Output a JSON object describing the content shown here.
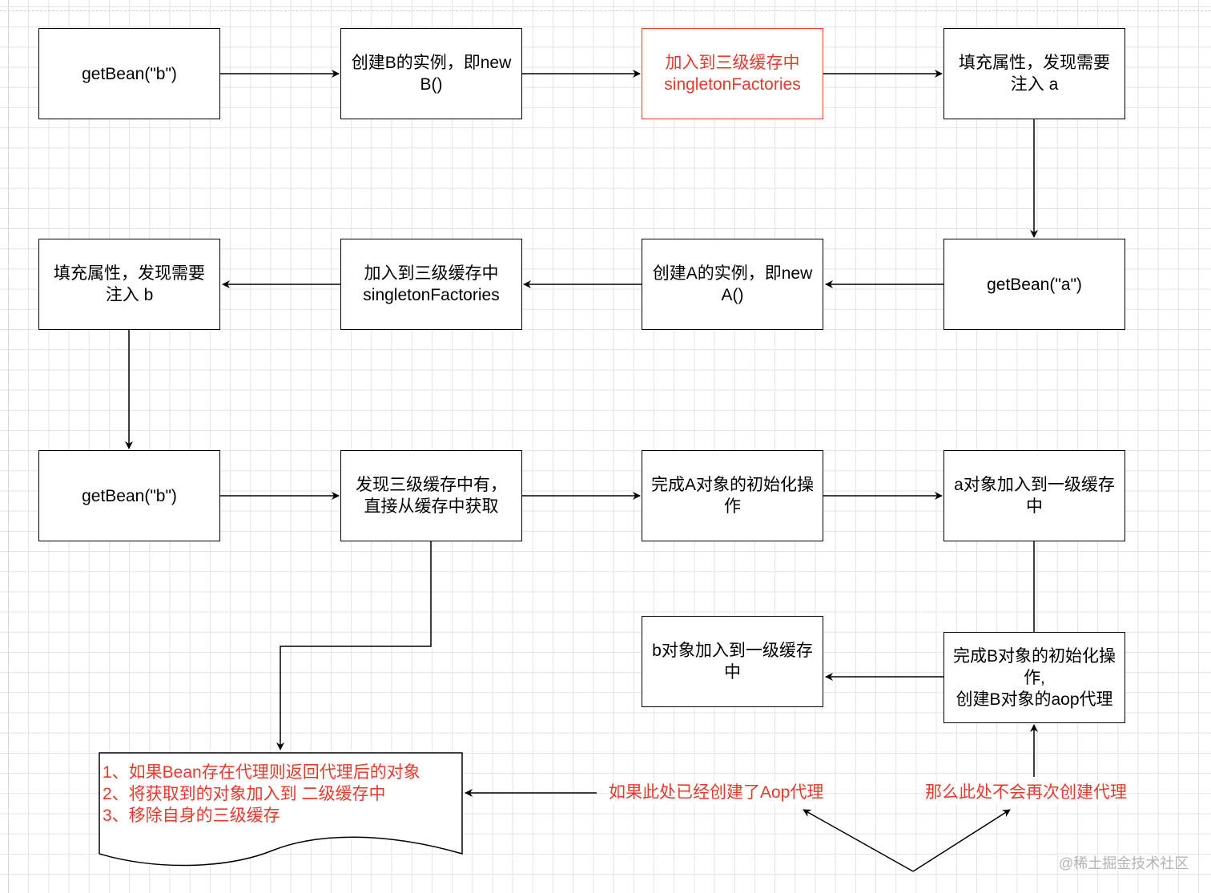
{
  "colors": {
    "accent_red": "#e8392b",
    "stroke": "#000000",
    "grid": "#e3e3e3"
  },
  "nodes": {
    "row1": {
      "get_bean_b": "getBean(\"b\")",
      "create_b": "创建B的实例，即new\nB()",
      "add_three_level_cache": "加入到三级缓存中\nsingletonFactories",
      "populate_inject_a": "填充属性，发现需要\n注入 a"
    },
    "row2": {
      "populate_inject_b": "填充属性，发现需要\n注入 b",
      "add_three_level_cache": "加入到三级缓存中\nsingletonFactories",
      "create_a": "创建A的实例，即new\nA()",
      "get_bean_a": "getBean(\"a\")"
    },
    "row3": {
      "get_bean_b": "getBean(\"b\")",
      "found_in_cache": "发现三级缓存中有，\n直接从缓存中获取",
      "finish_a_init": "完成A对象的初始化操\n作",
      "a_to_level_one": "a对象加入到一级缓存\n中"
    },
    "row4": {
      "b_to_level_one": "b对象加入到一级缓存\n中",
      "finish_b_init": "完成B对象的初始化操\n作,\n创建B对象的aop代理"
    }
  },
  "document": {
    "lines": [
      "1、如果Bean存在代理则返回代理后的对象",
      "2、将获取到的对象加入到 二级缓存中",
      "3、移除自身的三级缓存"
    ]
  },
  "labels": {
    "if_aop_created": "如果此处已经创建了Aop代理",
    "no_create_again": "那么此处不会再次创建代理"
  },
  "watermark": "@稀土掘金技术社区"
}
